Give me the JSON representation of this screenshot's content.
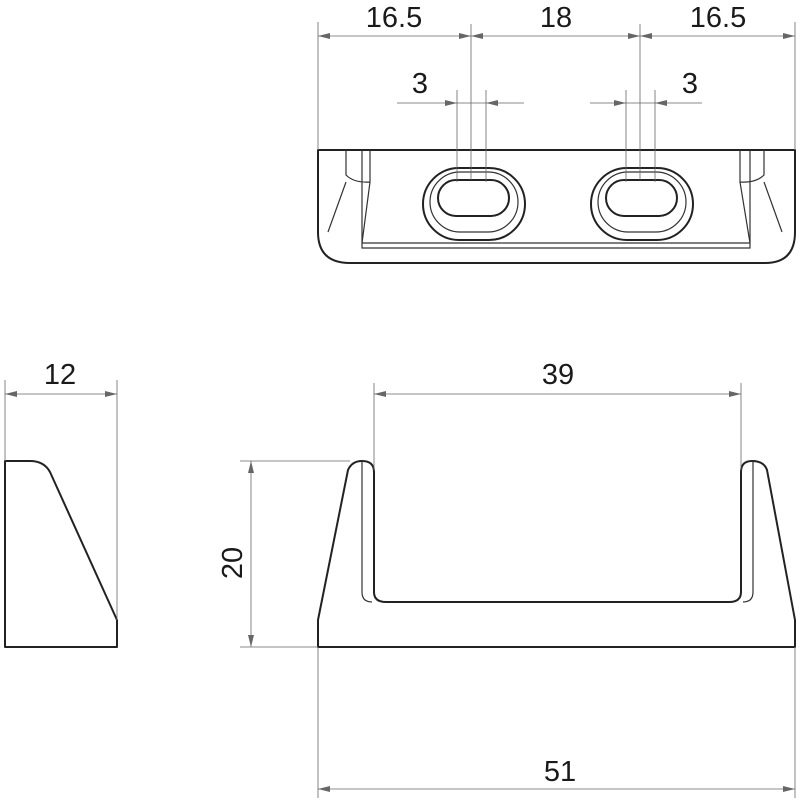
{
  "dimensions": {
    "top_left_width": "16.5",
    "top_middle_width": "18",
    "top_right_width": "16.5",
    "slot_left_width": "3",
    "slot_right_width": "3",
    "side_depth": "12",
    "inner_width": "39",
    "height": "20",
    "overall_width": "51"
  }
}
